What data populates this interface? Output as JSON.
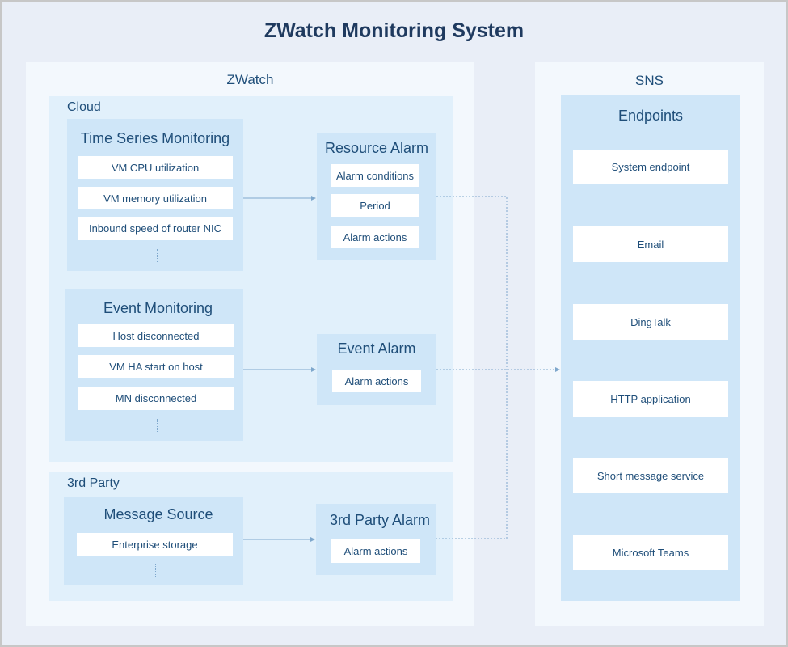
{
  "title": "ZWatch Monitoring System",
  "zwatch": {
    "label": "ZWatch",
    "cloud": {
      "label": "Cloud",
      "time_series": {
        "title": "Time Series Monitoring",
        "items": [
          "VM CPU utilization",
          "VM memory utilization",
          "Inbound speed of router NIC"
        ]
      },
      "event_monitoring": {
        "title": "Event Monitoring",
        "items": [
          "Host disconnected",
          "VM HA start on host",
          "MN disconnected"
        ]
      },
      "resource_alarm": {
        "title": "Resource Alarm",
        "items": [
          "Alarm conditions",
          "Period",
          "Alarm actions"
        ]
      },
      "event_alarm": {
        "title": "Event Alarm",
        "items": [
          "Alarm actions"
        ]
      }
    },
    "third_party": {
      "label": "3rd Party",
      "message_source": {
        "title": "Message Source",
        "items": [
          "Enterprise storage"
        ]
      },
      "alarm": {
        "title": "3rd Party Alarm",
        "items": [
          "Alarm actions"
        ]
      }
    }
  },
  "sns": {
    "label": "SNS",
    "endpoints": {
      "title": "Endpoints",
      "items": [
        "System endpoint",
        "Email",
        "DingTalk",
        "HTTP application",
        "Short message service",
        "Microsoft Teams"
      ]
    }
  },
  "colors": {
    "connector": "#7ea7cc",
    "text": "#1f4e79",
    "title": "#1f3a5f"
  }
}
